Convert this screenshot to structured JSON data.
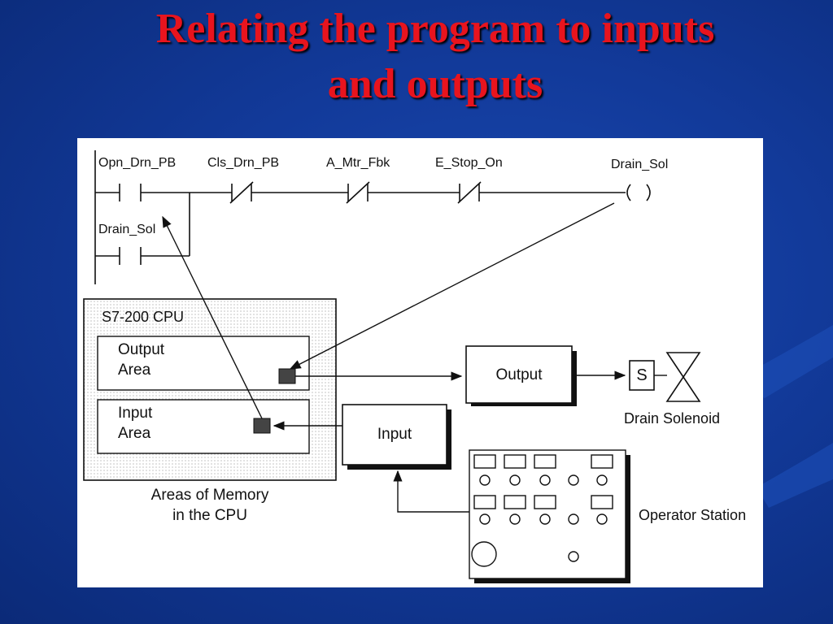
{
  "slide": {
    "title_line1": "Relating the program to inputs",
    "title_line2": "and outputs"
  },
  "ladder": {
    "contacts": [
      "Opn_Drn_PB",
      "Cls_Drn_PB",
      "A_Mtr_Fbk",
      "E_Stop_On"
    ],
    "coil": "Drain_Sol",
    "latch_contact": "Drain_Sol"
  },
  "cpu": {
    "title": "S7-200 CPU",
    "output_area_line1": "Output",
    "output_area_line2": "Area",
    "input_area_line1": "Input",
    "input_area_line2": "Area",
    "caption_line1": "Areas of Memory",
    "caption_line2": "in the CPU"
  },
  "modules": {
    "output": "Output",
    "input": "Input"
  },
  "devices": {
    "solenoid_symbol": "S",
    "solenoid_label": "Drain Solenoid",
    "operator_station": "Operator Station"
  },
  "colors": {
    "background": "#123a9a",
    "title": "#e8141e",
    "panel": "#ffffff",
    "ink": "#111111"
  }
}
